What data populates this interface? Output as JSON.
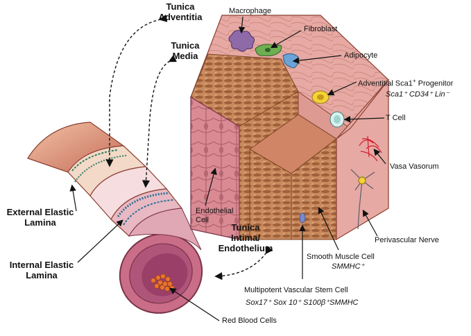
{
  "layers": {
    "adventitia": "Tunica\nAdventitia",
    "media": "Tunica\nMedia",
    "intima": "Tunica\nIntima/\nEndothelium"
  },
  "laminae": {
    "external": "External Elastic\nLamina",
    "internal": "Internal Elastic\nLamina"
  },
  "cells": {
    "macrophage": "Macrophage",
    "fibroblast": "Fibroblast",
    "adipocyte": "Adipocyte",
    "progenitor": "Adventitial Sca1",
    "progenitor_sup": "+",
    "progenitor_suffix": " Progenitor",
    "progenitor_markers": "Sca1⁺ CD34⁺ Lin⁻",
    "tcell": "T Cell",
    "vasa": "Vasa Vasorum",
    "endothelial": "Endothelial\nCell",
    "perivascular": "Perivascular Nerve",
    "smooth_muscle": "Smooth Muscle Cell",
    "smooth_muscle_marker": "SMMHC⁺",
    "stem": "Multipotent Vascular Stem Cell",
    "stem_markers": "Sox17⁺ Sox 10⁺ S100β⁺SMMHC",
    "rbc": "Red Blood Cells"
  }
}
